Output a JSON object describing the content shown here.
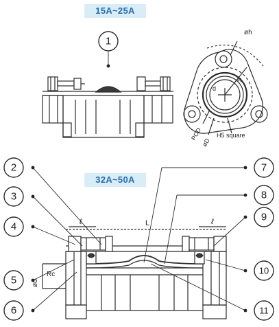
{
  "ranges": {
    "small": "15A~25A",
    "large": "32A~50A"
  },
  "callouts": [
    "1",
    "2",
    "3",
    "4",
    "5",
    "6",
    "7",
    "8",
    "9",
    "10",
    "11"
  ],
  "dims": {
    "oh": "øh",
    "d_upper": "d",
    "pcd": "PCD",
    "od": "øD",
    "h_square": "H",
    "square_note": "H5 square",
    "l_left": "ℓ",
    "l_center": "L",
    "l_right": "ℓ",
    "od_left": "ød",
    "rc": "Rc"
  },
  "colors": {
    "band_bg": "#d9edf9",
    "band_text": "#2a6ea8",
    "line": "#2b2b2b",
    "callout_dot": "#222222"
  }
}
